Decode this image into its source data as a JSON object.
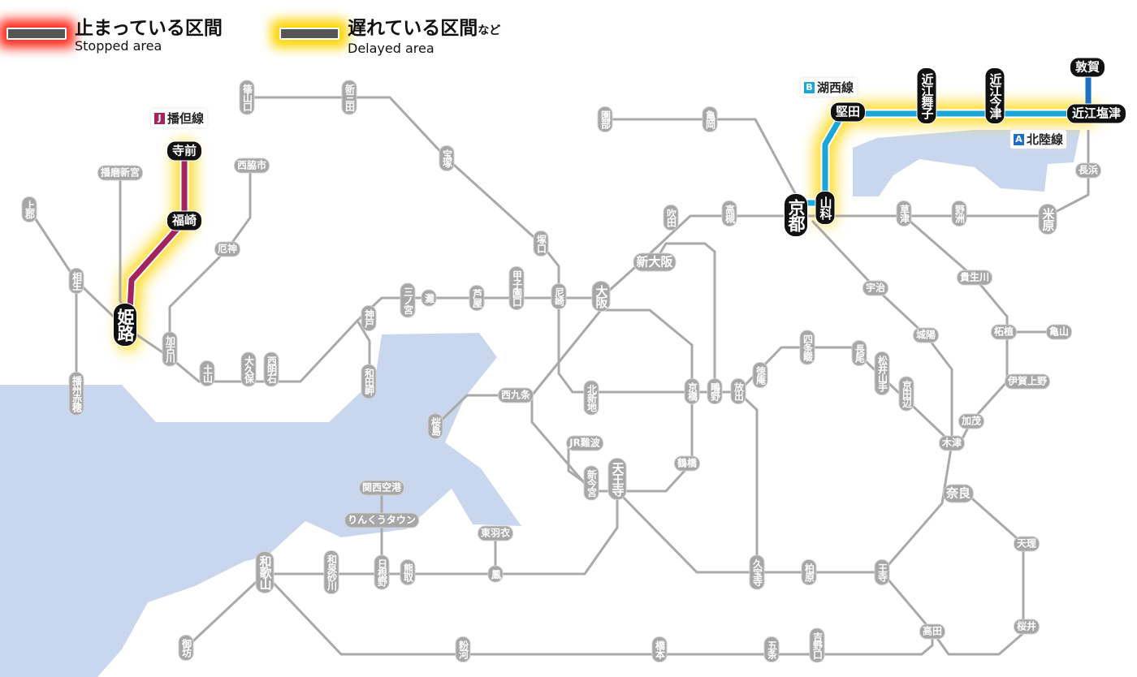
{
  "legend": {
    "stopped_jp": "止まっている区間",
    "stopped_en": "Stopped area",
    "delayed_jp": "遅れている区間",
    "delayed_suffix": "など",
    "delayed_en": "Delayed area",
    "stopped_color": "#ff2a1a",
    "delayed_color": "#ffd400"
  },
  "lines": {
    "bantan": {
      "code": "J",
      "name": "播但線",
      "color": "#a3245c"
    },
    "kosei": {
      "code": "B",
      "name": "湖西線",
      "color": "#1aa6d6"
    },
    "hokuriku": {
      "code": "A",
      "name": "北陸線",
      "color": "#1e6fc4"
    }
  },
  "affected_stations": [
    "寺前",
    "福崎",
    "姫路",
    "京都",
    "山科",
    "堅田",
    "近江舞子",
    "近江今津",
    "敦賀",
    "近江塩津"
  ],
  "stations": [
    "篠山口",
    "新三田",
    "宝塚",
    "西脇市",
    "播磨新宮",
    "上郡",
    "相生",
    "厄神",
    "播州赤穂",
    "加古川",
    "土山",
    "大久保",
    "西明石",
    "神戸",
    "和田岬",
    "三ノ宮",
    "灘",
    "芦屋",
    "甲子園口",
    "尼崎",
    "塚口",
    "大阪",
    "新大阪",
    "吹田",
    "高槻",
    "園部",
    "亀岡",
    "西九条",
    "桜島",
    "北新地",
    "京橋",
    "鴫野",
    "放出",
    "徳庵",
    "四条畷",
    "長尾",
    "松井山手",
    "京田辺",
    "宇治",
    "城陽",
    "木津",
    "奈良",
    "加茂",
    "伊賀上野",
    "柘植",
    "亀山",
    "貴生川",
    "草津",
    "野洲",
    "米原",
    "長浜",
    "JR難波",
    "新今宮",
    "天王寺",
    "鶴橋",
    "関西空港",
    "りんくうタウン",
    "日根野",
    "熊取",
    "東羽衣",
    "鳳",
    "和泉砂川",
    "和歌山",
    "御坊",
    "粉河",
    "橋本",
    "五条",
    "吉野口",
    "高田",
    "桜井",
    "天理",
    "王寺",
    "柏原",
    "久宝寺"
  ],
  "colors": {
    "water": "#c9d7ee",
    "track": "#a9a9a9"
  }
}
